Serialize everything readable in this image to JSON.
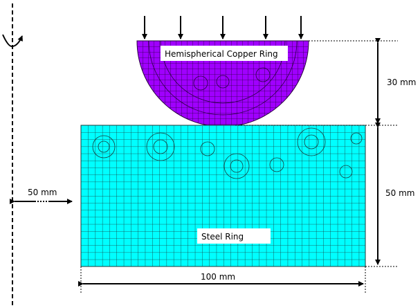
{
  "labels": {
    "copper": "Hemispherical Copper Ring",
    "steel": "Steel Ring"
  },
  "dimensions": {
    "copper_height": "30 mm",
    "steel_height": "50 mm",
    "steel_width": "100 mm",
    "axis_offset": "50 mm"
  },
  "colors": {
    "copper": "#a000ff",
    "steel": "#00ffff",
    "mesh": "#1a1a1a"
  },
  "icons": {
    "rotation": "rotation-arrow-icon",
    "load": "down-arrow-icon"
  }
}
